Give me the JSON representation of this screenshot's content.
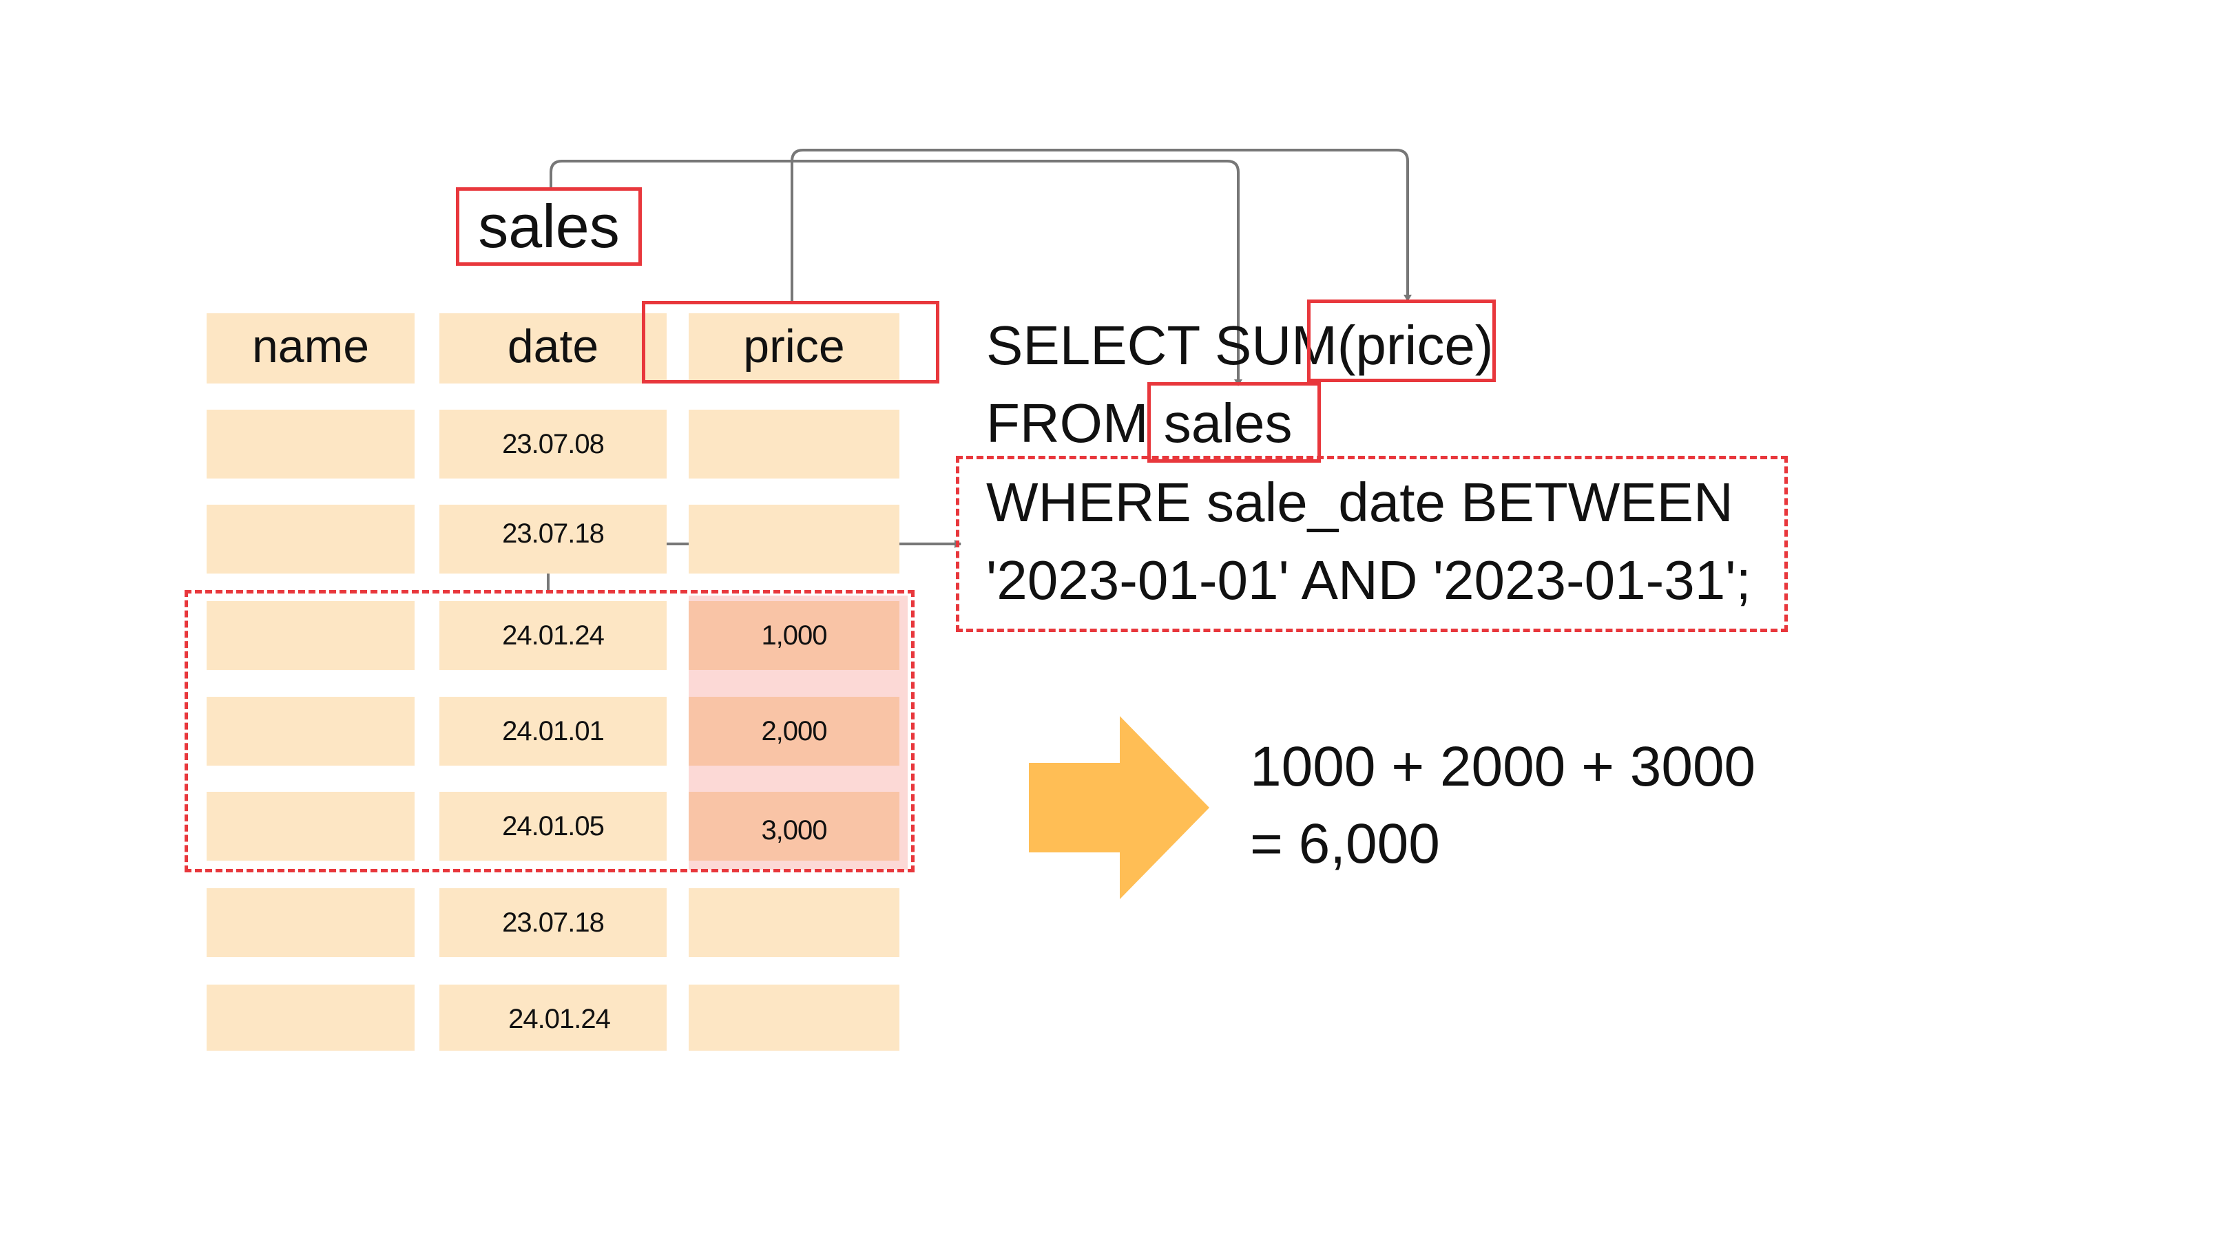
{
  "table": {
    "title": "sales",
    "headers": [
      "name",
      "date",
      "price"
    ],
    "rows": [
      {
        "name": "",
        "date": "23.07.08",
        "price": ""
      },
      {
        "name": "",
        "date": "23.07.18",
        "price": ""
      },
      {
        "name": "",
        "date": "24.01.24",
        "price": "1,000"
      },
      {
        "name": "",
        "date": "24.01.01",
        "price": "2,000"
      },
      {
        "name": "",
        "date": "24.01.05",
        "price": "3,000"
      },
      {
        "name": "",
        "date": "23.07.18",
        "price": ""
      },
      {
        "name": "",
        "date": "24.01.24",
        "price": ""
      }
    ]
  },
  "sql": {
    "line1_prefix": "SELECT SUM",
    "line1_arg": "(price)",
    "line2_prefix": "FROM ",
    "line2_table": "sales",
    "line3": "WHERE sale_date BETWEEN",
    "line4": "'2023-01-01' AND '2023-01-31';"
  },
  "result": {
    "line1": "1000 + 2000 + 3000",
    "line2": "= 6,000"
  },
  "colors": {
    "cell": "#fde6c4",
    "highlight_cell": "#f9c4a6",
    "highlight_strip": "#fcd9d6",
    "box_red": "#e8373c",
    "arrow": "#ffbe55",
    "connector": "#777777"
  },
  "icons": {
    "result_arrow": "right-arrow-icon"
  }
}
